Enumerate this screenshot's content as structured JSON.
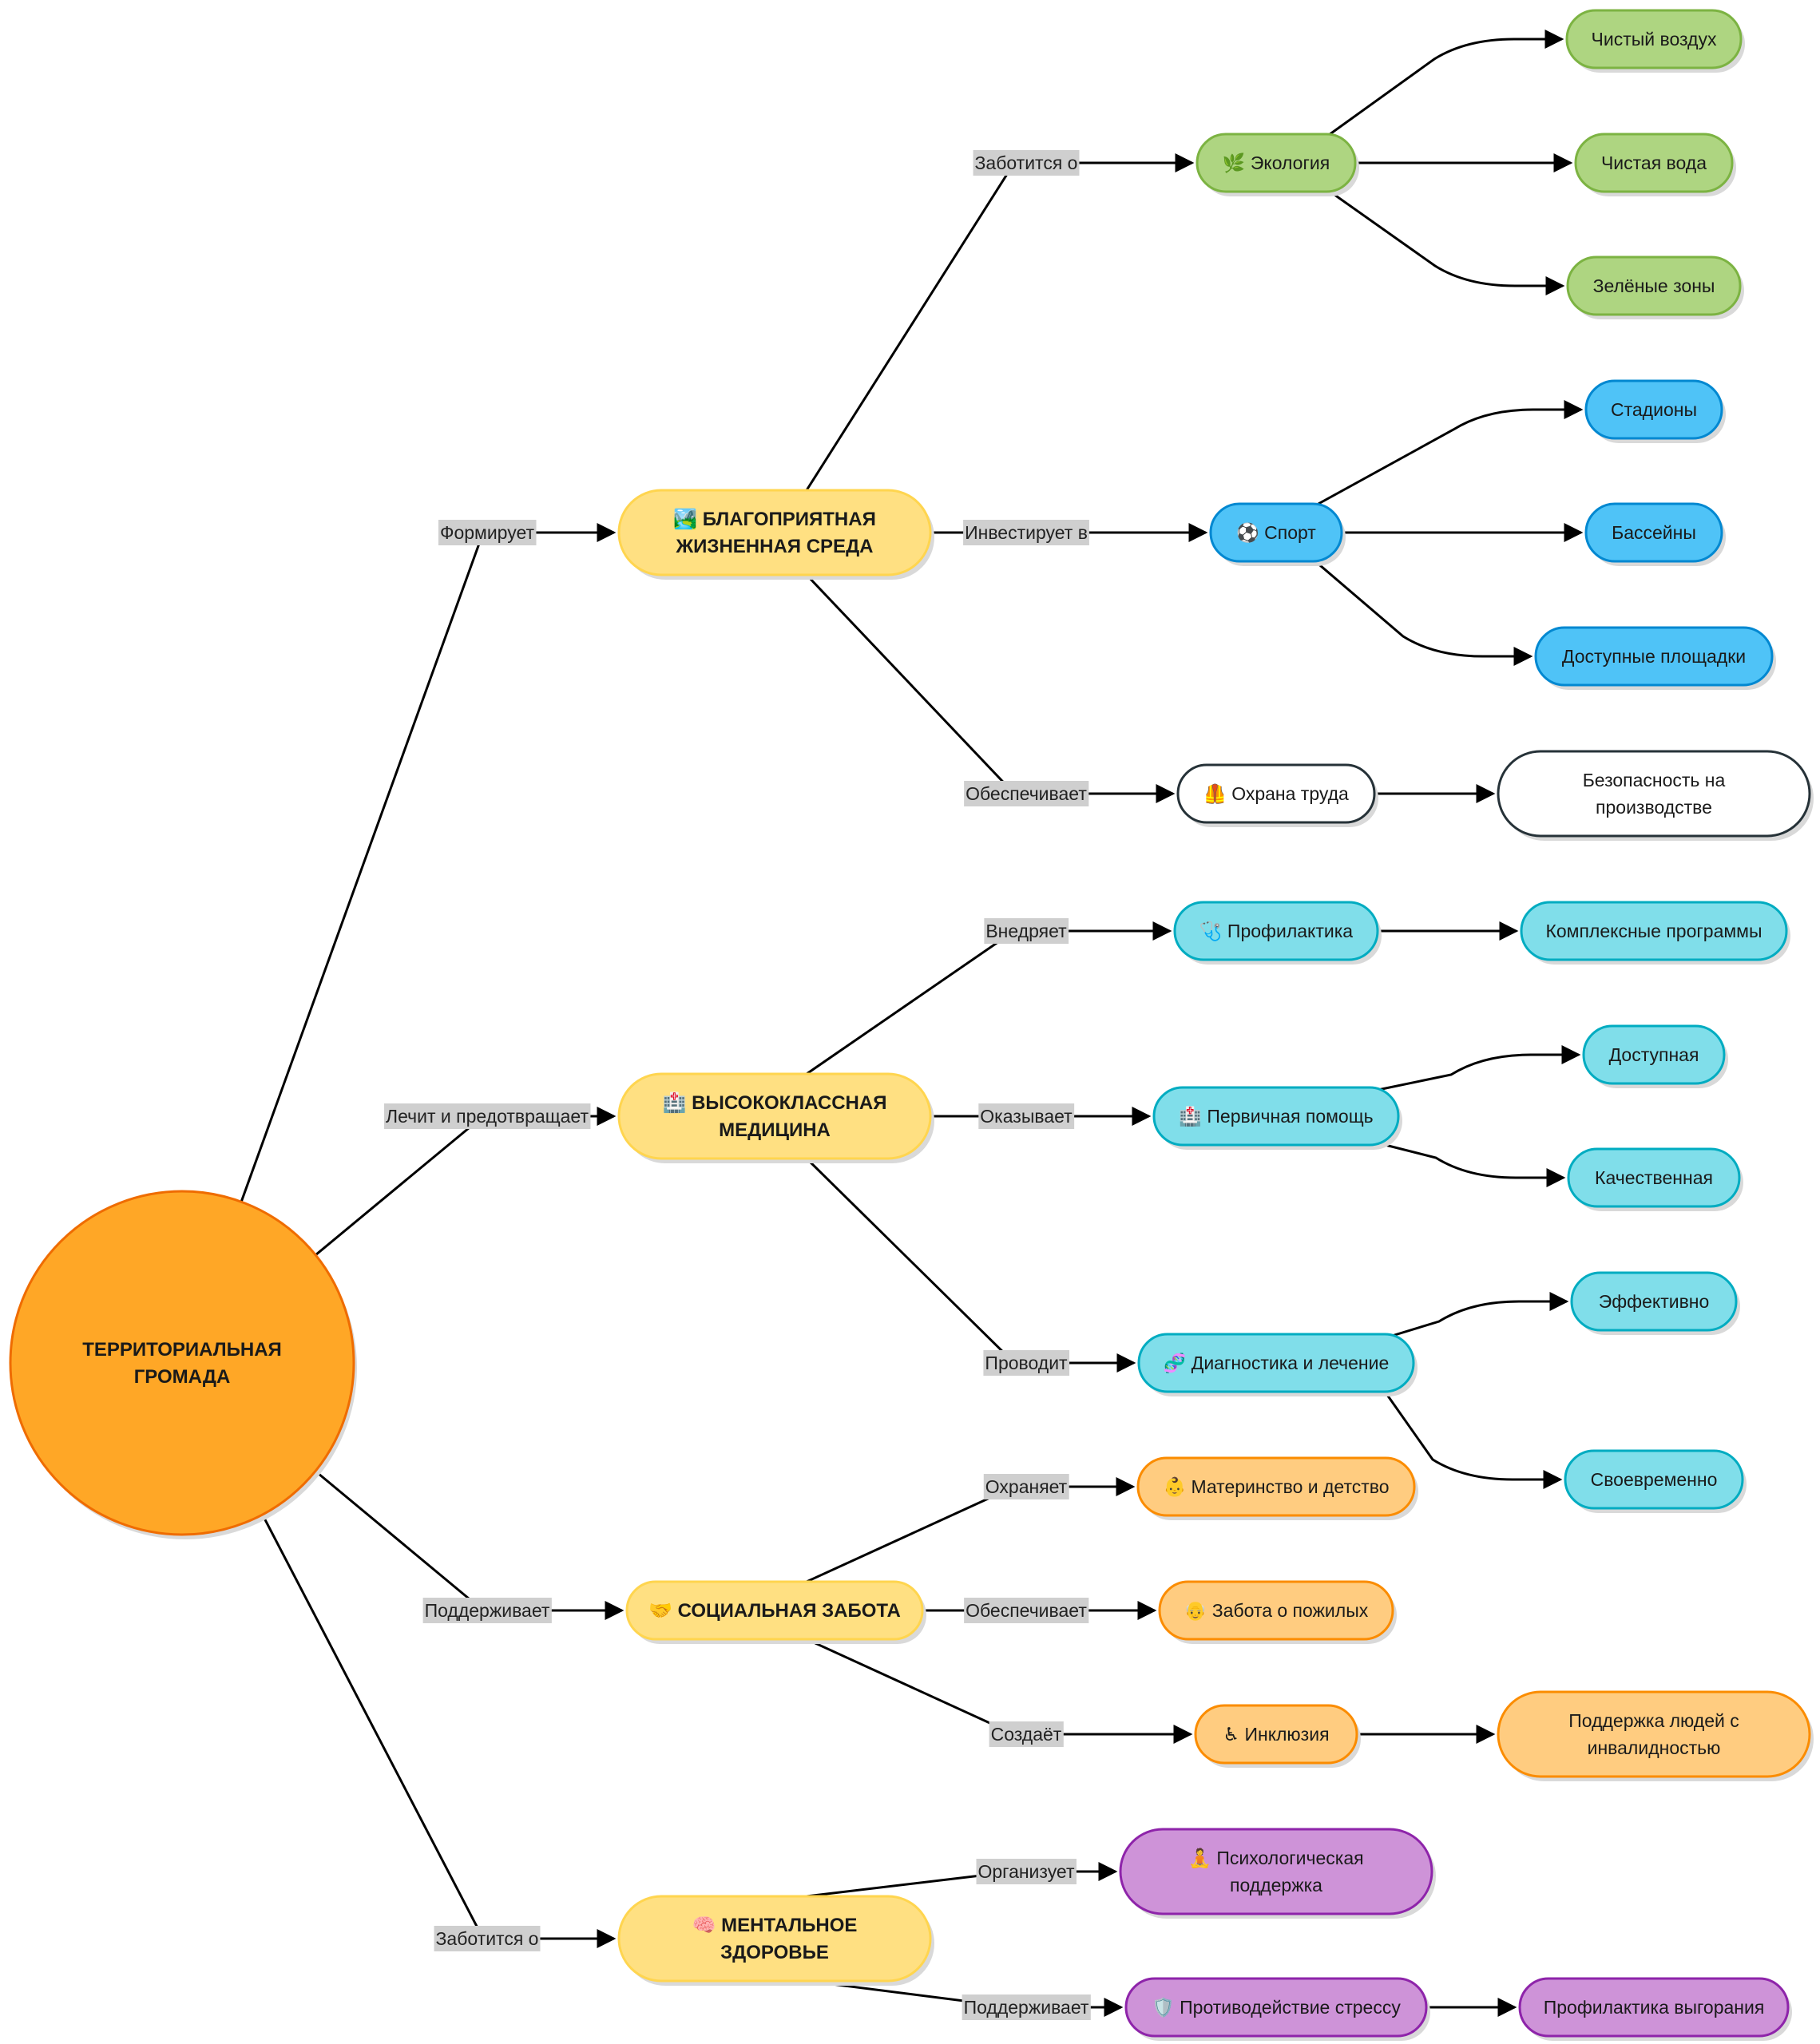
{
  "colors": {
    "edge": "#000000",
    "label_bg": "#cfcfcf",
    "shadow": "#d9d9d9"
  },
  "styles": {
    "root": {
      "fill": "#ffa726",
      "stroke": "#ef6c00"
    },
    "yellow": {
      "fill": "#ffe082",
      "stroke": "#ffd54f"
    },
    "green": {
      "fill": "#aed581",
      "stroke": "#7cb342"
    },
    "blue": {
      "fill": "#4fc3f7",
      "stroke": "#0288d1"
    },
    "white": {
      "fill": "#ffffff",
      "stroke": "#263238"
    },
    "cyan": {
      "fill": "#80deea",
      "stroke": "#00acc1"
    },
    "orange": {
      "fill": "#ffcc80",
      "stroke": "#fb8c00"
    },
    "purple": {
      "fill": "#ce93d8",
      "stroke": "#8e24aa"
    }
  },
  "nodes": [
    {
      "id": "root",
      "style": "root",
      "bold": true,
      "lines": [
        "ТЕРРИТОРИАЛЬНАЯ",
        "ГРОМАДА"
      ]
    },
    {
      "id": "env",
      "style": "yellow",
      "bold": true,
      "icon": "map-icon",
      "lines": [
        "🏞️ БЛАГОПРИЯТНАЯ",
        "ЖИЗНЕННАЯ СРЕДА"
      ]
    },
    {
      "id": "med",
      "style": "yellow",
      "bold": true,
      "icon": "hospital-icon",
      "lines": [
        "🏥 ВЫСОКОКЛАССНАЯ",
        "МЕДИЦИНА"
      ]
    },
    {
      "id": "soc",
      "style": "yellow",
      "bold": true,
      "icon": "handshake-icon",
      "lines": [
        "🤝 СОЦИАЛЬНАЯ ЗАБОТА"
      ]
    },
    {
      "id": "ment",
      "style": "yellow",
      "bold": true,
      "icon": "brain-icon",
      "lines": [
        "🧠 МЕНТАЛЬНОЕ",
        "ЗДОРОВЬЕ"
      ]
    },
    {
      "id": "eco",
      "style": "green",
      "icon": "leaf-icon",
      "lines": [
        "🌿 Экология"
      ]
    },
    {
      "id": "air",
      "style": "green",
      "lines": [
        "Чистый воздух"
      ]
    },
    {
      "id": "water",
      "style": "green",
      "lines": [
        "Чистая вода"
      ]
    },
    {
      "id": "greenz",
      "style": "green",
      "lines": [
        "Зелёные зоны"
      ]
    },
    {
      "id": "sport",
      "style": "blue",
      "icon": "soccer-ball-icon",
      "lines": [
        "⚽ Спорт"
      ]
    },
    {
      "id": "stad",
      "style": "blue",
      "lines": [
        "Стадионы"
      ]
    },
    {
      "id": "pool",
      "style": "blue",
      "lines": [
        "Бассейны"
      ]
    },
    {
      "id": "play",
      "style": "blue",
      "lines": [
        "Доступные площадки"
      ]
    },
    {
      "id": "labor",
      "style": "white",
      "icon": "safety-vest-icon",
      "lines": [
        "🦺 Охрана труда"
      ]
    },
    {
      "id": "safety",
      "style": "white",
      "lines": [
        "Безопасность на",
        "производстве"
      ]
    },
    {
      "id": "prev",
      "style": "cyan",
      "icon": "stethoscope-icon",
      "lines": [
        "🩺 Профилактика"
      ]
    },
    {
      "id": "compl",
      "style": "cyan",
      "lines": [
        "Комплексные программы"
      ]
    },
    {
      "id": "prim",
      "style": "cyan",
      "icon": "hospital-icon",
      "lines": [
        "🏥 Первичная помощь"
      ]
    },
    {
      "id": "acc",
      "style": "cyan",
      "lines": [
        "Доступная"
      ]
    },
    {
      "id": "qual",
      "style": "cyan",
      "lines": [
        "Качественная"
      ]
    },
    {
      "id": "diag",
      "style": "cyan",
      "icon": "dna-icon",
      "lines": [
        "🧬 Диагностика и лечение"
      ]
    },
    {
      "id": "eff",
      "style": "cyan",
      "lines": [
        "Эффективно"
      ]
    },
    {
      "id": "time",
      "style": "cyan",
      "lines": [
        "Своевременно"
      ]
    },
    {
      "id": "mat",
      "style": "orange",
      "icon": "baby-icon",
      "lines": [
        "👶 Материнство и детство"
      ]
    },
    {
      "id": "eld",
      "style": "orange",
      "icon": "elderly-icon",
      "lines": [
        "👴 Забота о пожилых"
      ]
    },
    {
      "id": "incl",
      "style": "orange",
      "icon": "wheelchair-icon",
      "lines": [
        "♿ Инклюзия"
      ]
    },
    {
      "id": "disab",
      "style": "orange",
      "lines": [
        "Поддержка людей с",
        "инвалидностью"
      ]
    },
    {
      "id": "psy",
      "style": "purple",
      "icon": "meditation-icon",
      "lines": [
        "🧘 Психологическая",
        "поддержка"
      ]
    },
    {
      "id": "stress",
      "style": "purple",
      "icon": "shield-icon",
      "lines": [
        "🛡️ Противодействие стрессу"
      ]
    },
    {
      "id": "burn",
      "style": "purple",
      "lines": [
        "Профилактика выгорания"
      ]
    }
  ],
  "edges": [
    {
      "from": "root",
      "to": "env",
      "label": "Формирует"
    },
    {
      "from": "root",
      "to": "med",
      "label": "Лечит и предотвращает"
    },
    {
      "from": "root",
      "to": "soc",
      "label": "Поддерживает"
    },
    {
      "from": "root",
      "to": "ment",
      "label": "Заботится о"
    },
    {
      "from": "env",
      "to": "eco",
      "label": "Заботится о"
    },
    {
      "from": "env",
      "to": "sport",
      "label": "Инвестирует в"
    },
    {
      "from": "env",
      "to": "labor",
      "label": "Обеспечивает"
    },
    {
      "from": "eco",
      "to": "air",
      "label": ""
    },
    {
      "from": "eco",
      "to": "water",
      "label": ""
    },
    {
      "from": "eco",
      "to": "greenz",
      "label": ""
    },
    {
      "from": "sport",
      "to": "stad",
      "label": ""
    },
    {
      "from": "sport",
      "to": "pool",
      "label": ""
    },
    {
      "from": "sport",
      "to": "play",
      "label": ""
    },
    {
      "from": "labor",
      "to": "safety",
      "label": ""
    },
    {
      "from": "med",
      "to": "prev",
      "label": "Внедряет"
    },
    {
      "from": "med",
      "to": "prim",
      "label": "Оказывает"
    },
    {
      "from": "med",
      "to": "diag",
      "label": "Проводит"
    },
    {
      "from": "prev",
      "to": "compl",
      "label": ""
    },
    {
      "from": "prim",
      "to": "acc",
      "label": ""
    },
    {
      "from": "prim",
      "to": "qual",
      "label": ""
    },
    {
      "from": "diag",
      "to": "eff",
      "label": ""
    },
    {
      "from": "diag",
      "to": "time",
      "label": ""
    },
    {
      "from": "soc",
      "to": "mat",
      "label": "Охраняет"
    },
    {
      "from": "soc",
      "to": "eld",
      "label": "Обеспечивает"
    },
    {
      "from": "soc",
      "to": "incl",
      "label": "Создаёт"
    },
    {
      "from": "incl",
      "to": "disab",
      "label": ""
    },
    {
      "from": "ment",
      "to": "psy",
      "label": "Организует"
    },
    {
      "from": "ment",
      "to": "stress",
      "label": "Поддерживает"
    },
    {
      "from": "stress",
      "to": "burn",
      "label": ""
    }
  ]
}
